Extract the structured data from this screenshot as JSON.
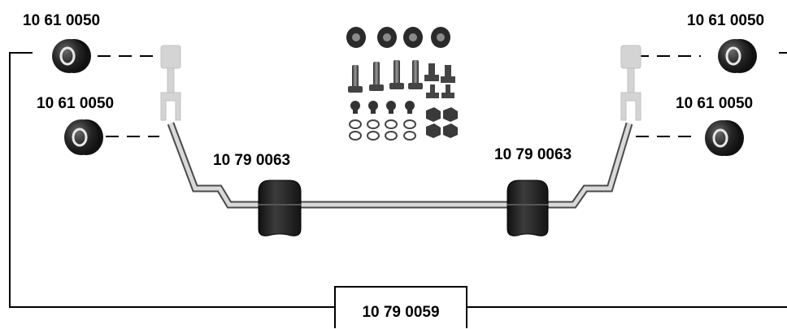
{
  "labels": {
    "bushing_top_left": "10 61 0050",
    "bushing_mid_left": "10 61 0050",
    "bushing_top_right": "10 61 0050",
    "bushing_mid_right": "10 61 0050",
    "bar_bushing_left": "10 79 0063",
    "bar_bushing_right": "10 79 0063",
    "kit_number": "10 79 0059"
  },
  "colors": {
    "rubber": "#1a1a1a",
    "bar_fill": "#d9d9d9",
    "bar_outline": "#4a4a4a",
    "link_fill": "#d4d4d4",
    "hardware": "#3a3a3a"
  }
}
